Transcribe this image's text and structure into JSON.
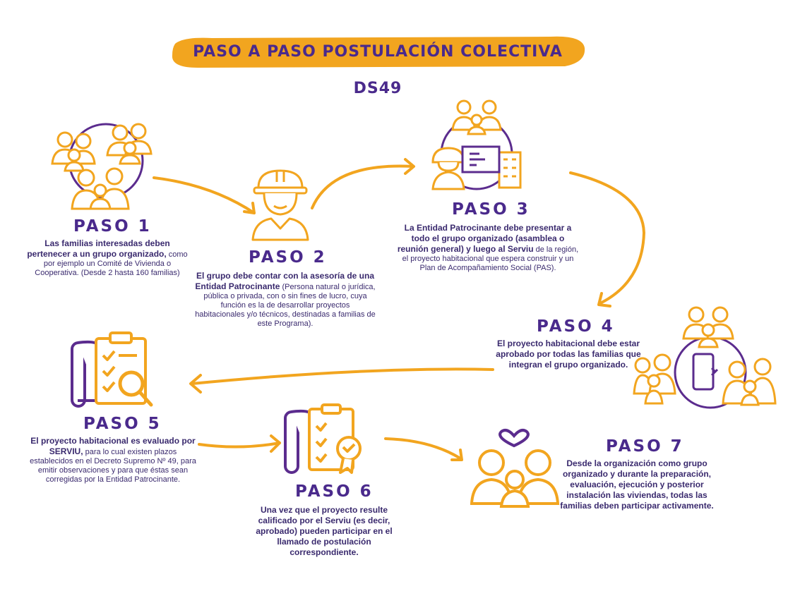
{
  "title": "PASO A PASO POSTULACIÓN COLECTIVA DS49",
  "colors": {
    "orange": "#F2A51F",
    "purple": "#5B2C8E",
    "text": "#3a2a6e"
  },
  "steps": [
    {
      "label": "PASO 1",
      "bold": "Las familias interesadas deben pertenecer a un grupo organizado,",
      "regular": " como por ejemplo un Comité de Vivienda o Cooperativa. (Desde 2 hasta 160 familias)",
      "icon": "families-group-icon"
    },
    {
      "label": "PASO 2",
      "bold": "El grupo debe contar con la asesoría de una Entidad Patrocinante",
      "regular": " (Persona natural o jurídica, pública o privada, con o sin fines de lucro, cuya función es la de desarrollar proyectos habitacionales y/o técnicos, destinadas a familias de este Programa).",
      "icon": "engineer-icon"
    },
    {
      "label": "PASO 3",
      "bold": "La Entidad Patrocinante debe presentar a todo el grupo organizado (asamblea o reunión general) y luego al Serviu",
      "regular": " de la región, el proyecto habitacional que espera construir y un Plan de Acompañamiento Social (PAS).",
      "icon": "presentation-icon"
    },
    {
      "label": "PASO 4",
      "bold": "El proyecto habitacional debe estar aprobado por todas las familias que integran el grupo organizado.",
      "regular": "",
      "icon": "approval-families-icon"
    },
    {
      "label": "PASO 5",
      "bold": "El proyecto habitacional es evaluado por SERVIU,",
      "regular": " para lo cual existen plazos establecidos en el Decreto Supremo Nº 49, para emitir observaciones y para que éstas sean corregidas por la Entidad Patrocinante.",
      "icon": "checklist-search-icon"
    },
    {
      "label": "PASO 6",
      "bold": "Una vez que el proyecto resulte calificado por el Serviu (es decir, aprobado) pueden participar en el llamado de postulación correspondiente.",
      "regular": "",
      "icon": "checklist-award-icon"
    },
    {
      "label": "PASO 7",
      "bold": "Desde la organización como grupo organizado y durante la preparación, evaluación, ejecución y posterior instalación las viviendas, todas las familias deben participar activamente.",
      "regular": "",
      "icon": "family-heart-icon"
    }
  ]
}
